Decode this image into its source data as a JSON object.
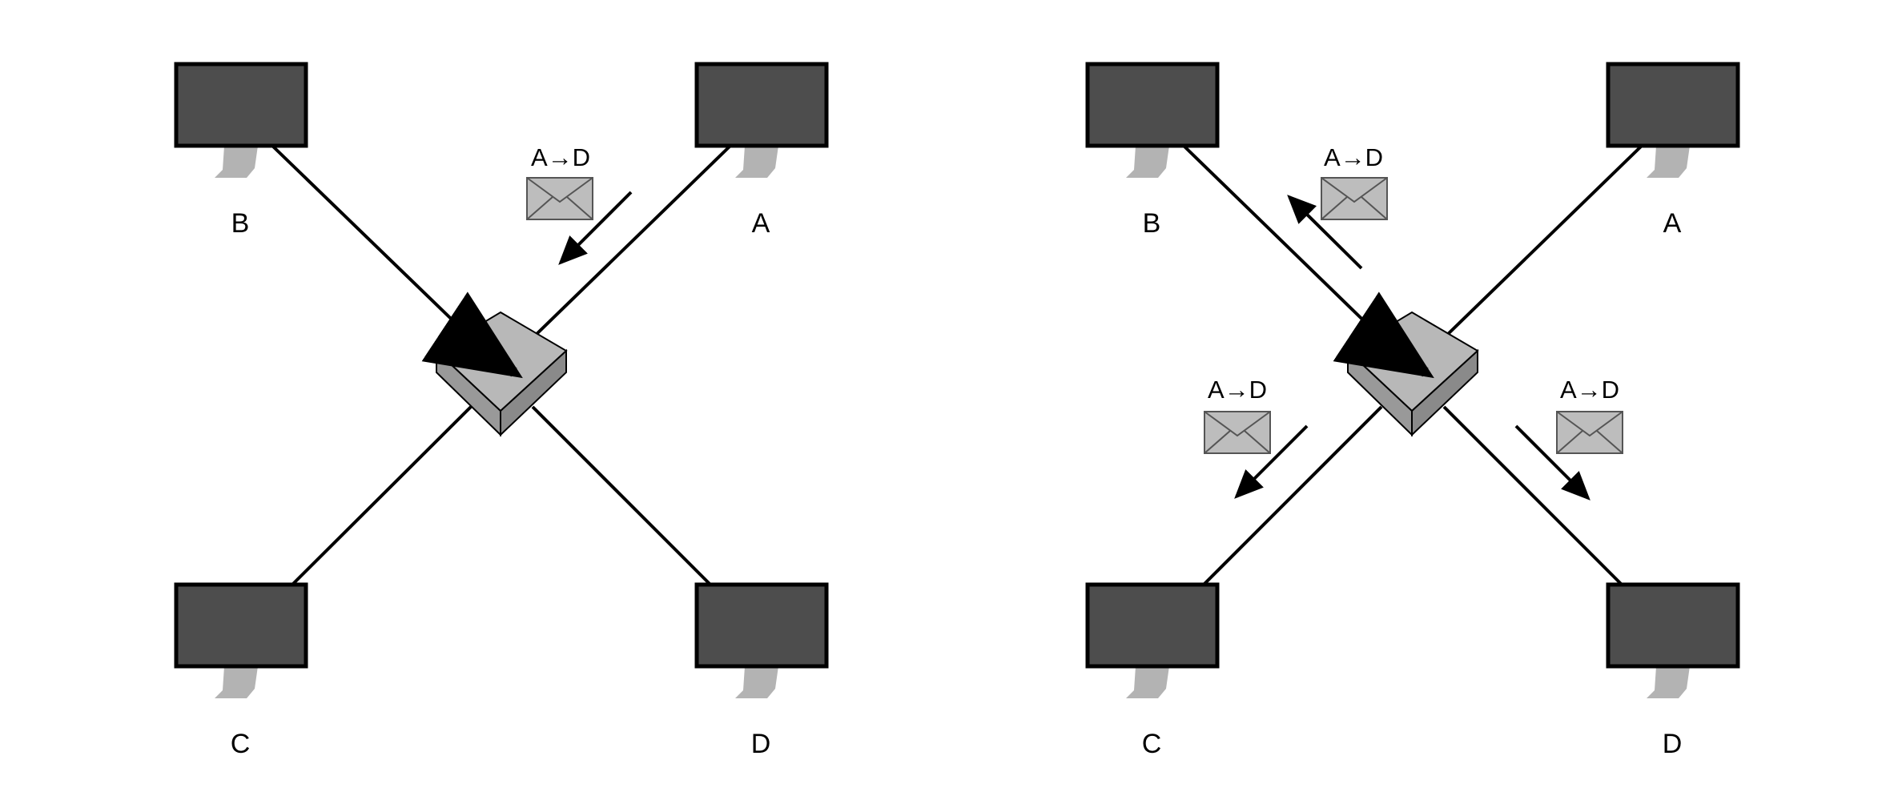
{
  "colors": {
    "monitor_screen": "#4d4d4d",
    "monitor_stand": "#b3b3b3",
    "hub_top": "#b8b8b8",
    "hub_side": "#999999",
    "envelope": "#bdbdbd",
    "line": "#000000"
  },
  "panels": [
    {
      "name": "left",
      "hosts": [
        {
          "id": "B",
          "label": "B"
        },
        {
          "id": "A",
          "label": "A"
        },
        {
          "id": "C",
          "label": "C"
        },
        {
          "id": "D",
          "label": "D"
        }
      ],
      "packets": [
        {
          "label": "A→D",
          "icon": "envelope-icon",
          "direction": "A-to-hub"
        }
      ]
    },
    {
      "name": "right",
      "hosts": [
        {
          "id": "B",
          "label": "B"
        },
        {
          "id": "A",
          "label": "A"
        },
        {
          "id": "C",
          "label": "C"
        },
        {
          "id": "D",
          "label": "D"
        }
      ],
      "packets": [
        {
          "label": "A→D",
          "icon": "envelope-icon",
          "direction": "hub-to-B"
        },
        {
          "label": "A→D",
          "icon": "envelope-icon",
          "direction": "hub-to-C"
        },
        {
          "label": "A→D",
          "icon": "envelope-icon",
          "direction": "hub-to-D"
        }
      ]
    }
  ],
  "hub": {
    "icon": "hub-icon"
  }
}
